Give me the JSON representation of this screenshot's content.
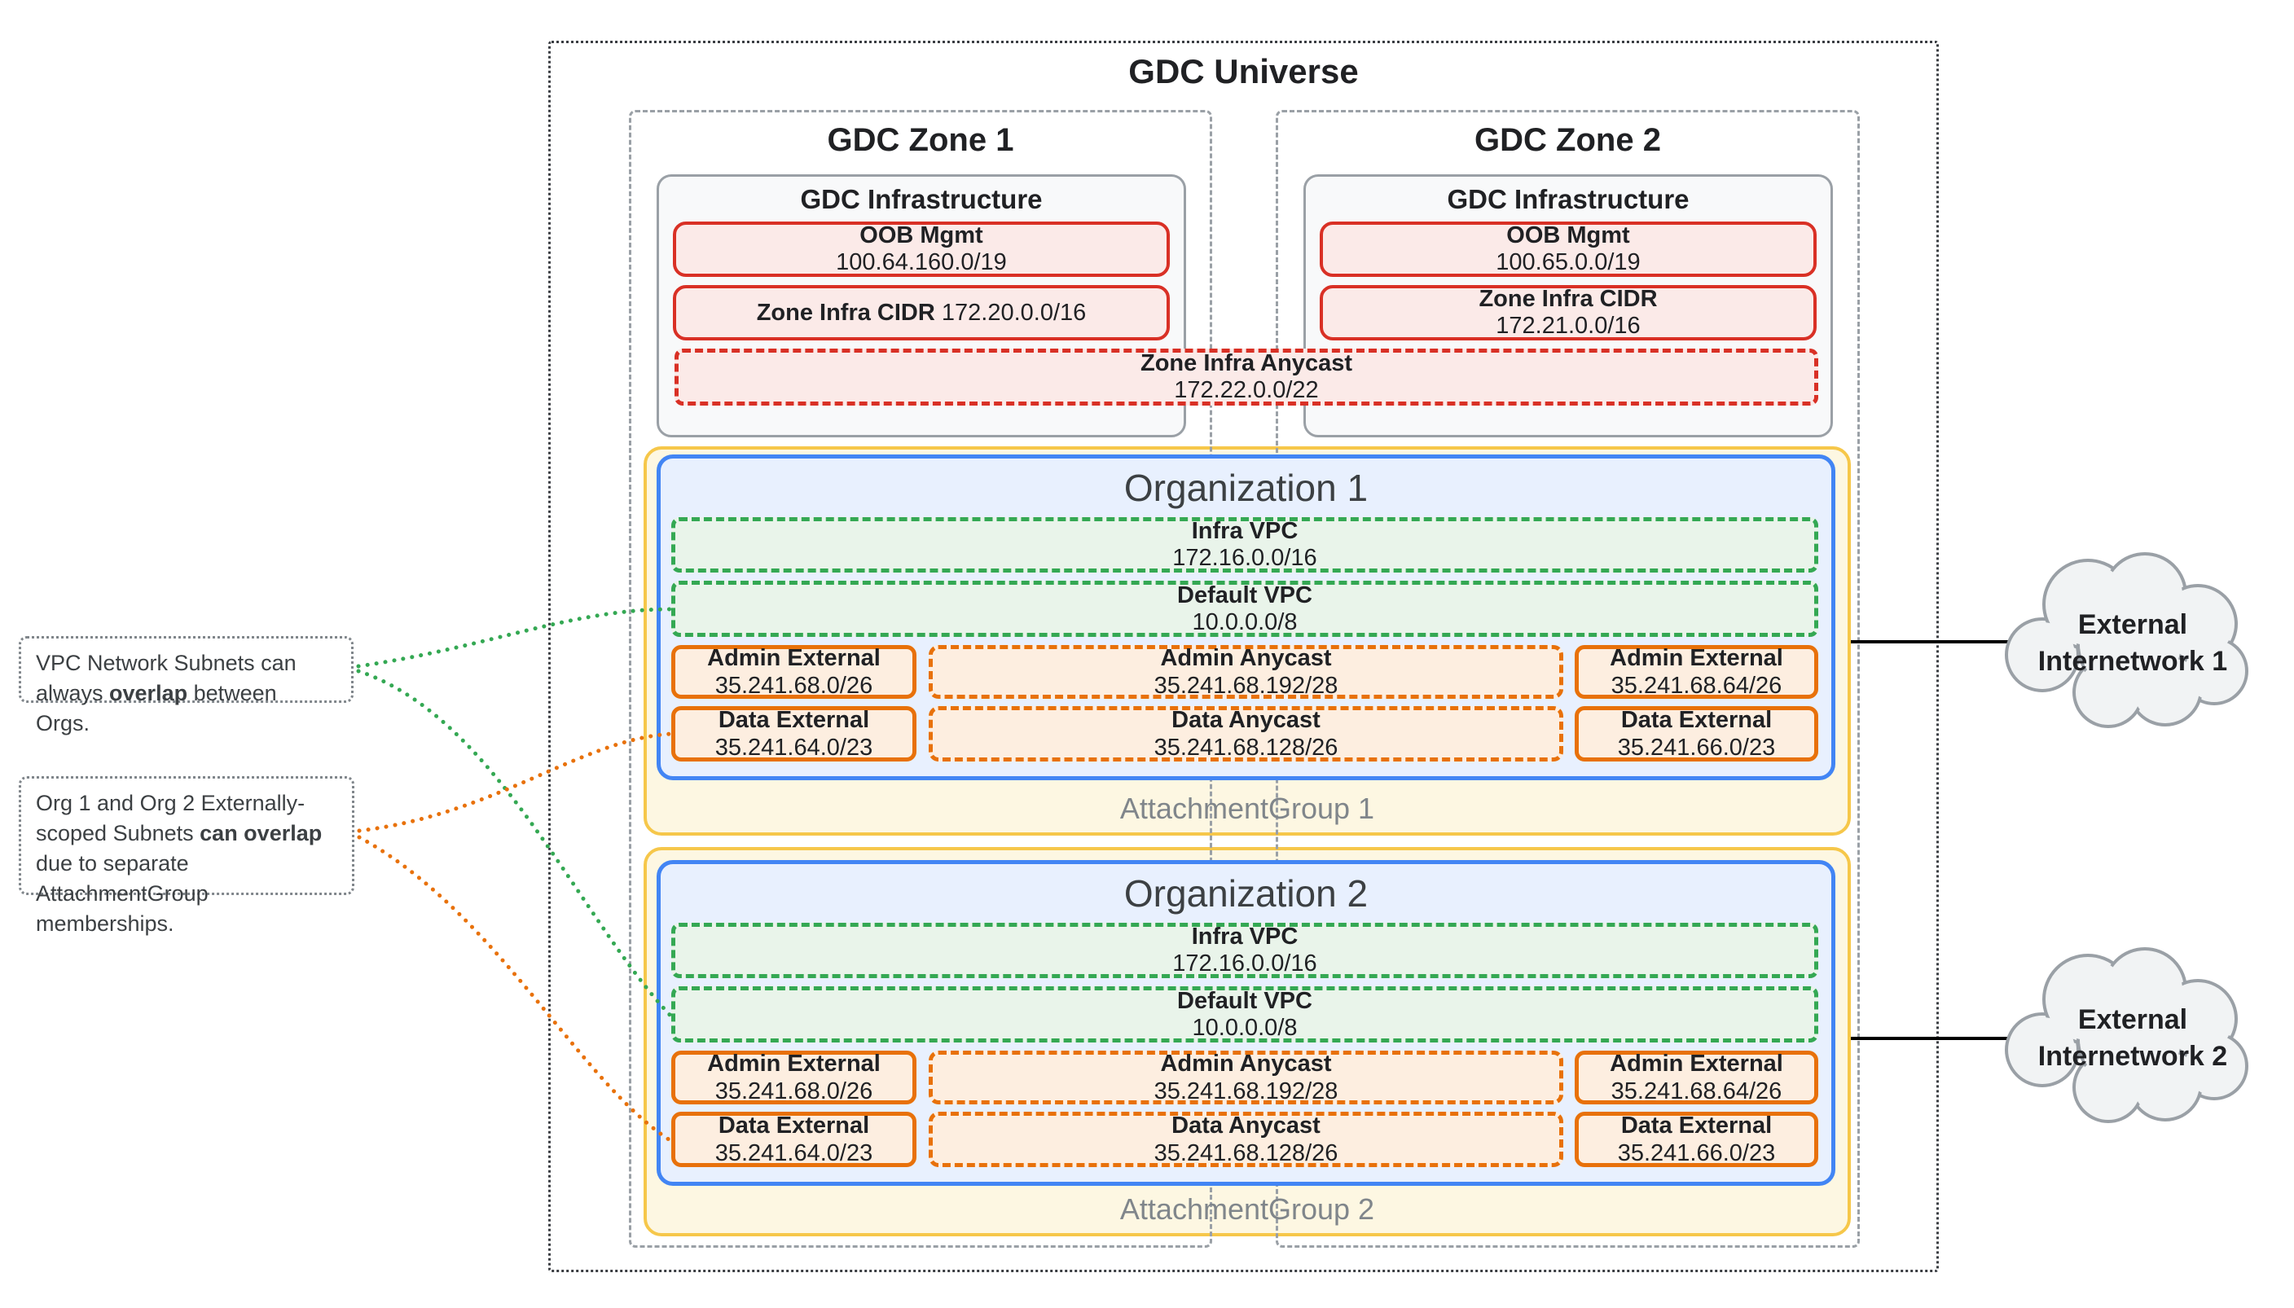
{
  "universe": {
    "title": "GDC Universe"
  },
  "zones": [
    {
      "title": "GDC Zone 1",
      "infra_title": "GDC Infrastructure",
      "oob_label": "OOB Mgmt",
      "oob_cidr": "100.64.160.0/19",
      "zone_infra_label": "Zone Infra CIDR",
      "zone_infra_cidr": "172.20.0.0/16"
    },
    {
      "title": "GDC Zone 2",
      "infra_title": "GDC Infrastructure",
      "oob_label": "OOB Mgmt",
      "oob_cidr": "100.65.0.0/19",
      "zone_infra_label": "Zone Infra CIDR",
      "zone_infra_cidr": "172.21.0.0/16"
    }
  ],
  "zone_infra_anycast": {
    "label": "Zone Infra Anycast",
    "cidr": "172.22.0.0/22"
  },
  "organizations": [
    {
      "title": "Organization 1",
      "attachment_group_label": "AttachmentGroup 1",
      "vpcs": [
        {
          "label": "Infra VPC",
          "cidr": "172.16.0.0/16"
        },
        {
          "label": "Default VPC",
          "cidr": "10.0.0.0/8"
        }
      ],
      "subnets": [
        {
          "label": "Admin External",
          "cidr": "35.241.68.0/26"
        },
        {
          "label": "Admin Anycast",
          "cidr": "35.241.68.192/28"
        },
        {
          "label": "Admin External",
          "cidr": "35.241.68.64/26"
        },
        {
          "label": "Data External",
          "cidr": "35.241.64.0/23"
        },
        {
          "label": "Data Anycast",
          "cidr": "35.241.68.128/26"
        },
        {
          "label": "Data External",
          "cidr": "35.241.66.0/23"
        }
      ]
    },
    {
      "title": "Organization 2",
      "attachment_group_label": "AttachmentGroup 2",
      "vpcs": [
        {
          "label": "Infra VPC",
          "cidr": "172.16.0.0/16"
        },
        {
          "label": "Default VPC",
          "cidr": "10.0.0.0/8"
        }
      ],
      "subnets": [
        {
          "label": "Admin External",
          "cidr": "35.241.68.0/26"
        },
        {
          "label": "Admin Anycast",
          "cidr": "35.241.68.192/28"
        },
        {
          "label": "Admin External",
          "cidr": "35.241.68.64/26"
        },
        {
          "label": "Data External",
          "cidr": "35.241.64.0/23"
        },
        {
          "label": "Data Anycast",
          "cidr": "35.241.68.128/26"
        },
        {
          "label": "Data External",
          "cidr": "35.241.66.0/23"
        }
      ]
    }
  ],
  "annotations": [
    {
      "pre": "VPC Network Subnets can always ",
      "bold": "overlap",
      "post": " between Orgs."
    },
    {
      "pre": "Org 1 and Org 2 Externally-scoped Subnets ",
      "bold": "can overlap",
      "post": " due to separate AttachmentGroup memberships."
    }
  ],
  "external_networks": [
    {
      "line1": "External",
      "line2": "Internetwork 1"
    },
    {
      "line1": "External",
      "line2": "Internetwork 2"
    }
  ],
  "colors": {
    "red_border": "#d93025",
    "red_fill": "#fbeae8",
    "green_border": "#34a853",
    "green_fill": "#e9f4ea",
    "orange_border": "#e8710a",
    "orange_fill": "#fdeee0",
    "blue_border": "#4285f4",
    "blue_fill": "#e8f0fe",
    "yellow_border": "#f6c74a",
    "yellow_fill": "#fdf7e2",
    "gray_border": "#9aa0a6",
    "cloud_fill": "#f1f3f4"
  }
}
